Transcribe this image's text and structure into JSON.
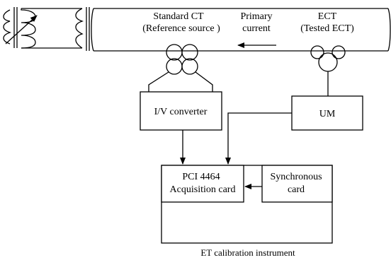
{
  "labels": {
    "standard_ct_line1": "Standard CT",
    "standard_ct_line2": "(Reference source )",
    "primary_current_line1": "Primary",
    "primary_current_line2": "current",
    "ect_line1": "ECT",
    "ect_line2": "(Tested ECT)",
    "iv_converter": "I/V converter",
    "um": "UM",
    "pci_line1": "PCI 4464",
    "pci_line2": "Acquisition card",
    "sync_line1": "Synchronous",
    "sync_line2": "card",
    "instrument_caption": "ET calibration instrument"
  }
}
